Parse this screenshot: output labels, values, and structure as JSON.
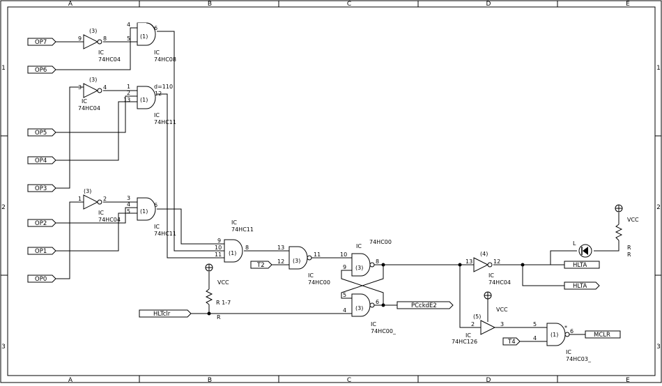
{
  "frame": {
    "columns": [
      "A",
      "B",
      "C",
      "D",
      "E"
    ],
    "rows": [
      "1",
      "2",
      "3"
    ]
  },
  "ports": {
    "op7": "OP7",
    "op6": "OP6",
    "op5": "OP5",
    "op4": "OP4",
    "op3": "OP3",
    "op2": "OP2",
    "op1": "OP1",
    "op0": "OP0",
    "hltclr": "HLTclr",
    "t2": "T2",
    "t4": "T4",
    "pcckde2": "PCckdE2",
    "hlta1": "HLTA",
    "hlta2": "HLTA",
    "mclr": "MCLR"
  },
  "gates": {
    "inv1": {
      "unit": "(3)",
      "in_pin": "9",
      "out_pin": "8",
      "ic": "IC",
      "part": "74HC04"
    },
    "and1": {
      "unit": "(1)",
      "pin_a": "4",
      "pin_b": "5",
      "out_pin": "6",
      "ic": "IC",
      "part": "74HC08"
    },
    "inv2": {
      "unit": "(3)",
      "in_pin": "3",
      "out_pin": "4",
      "ic": "IC",
      "part": "74HC04"
    },
    "and2": {
      "unit": "(1)",
      "pin_a": "1",
      "pin_b": "2",
      "pin_c": "13",
      "out_pin": "12",
      "note": "d=110",
      "ic": "IC",
      "part": "74HC11"
    },
    "inv3": {
      "unit": "(3)",
      "in_pin": "1",
      "out_pin": "2",
      "ic": "IC",
      "part": "74HC04"
    },
    "and3": {
      "unit": "(1)",
      "pin_a": "3",
      "pin_b": "4",
      "pin_c": "5",
      "out_pin": "6",
      "ic": "IC",
      "part": "74HC11"
    },
    "and4": {
      "unit": "(1)",
      "pin_a": "9",
      "pin_b": "10",
      "pin_c": "11",
      "out_pin": "8",
      "ic": "IC",
      "part": "74HC11"
    },
    "nand1": {
      "unit": "(3)",
      "pin_a": "13",
      "pin_b": "12",
      "out_pin": "11",
      "ic": "IC",
      "part": "74HC00"
    },
    "nand2": {
      "unit": "(3)",
      "pin_a": "10",
      "pin_b": "9",
      "out_pin": "8",
      "ic": "IC",
      "part": "74HC00"
    },
    "nand3": {
      "unit": "(3)",
      "pin_a": "5",
      "pin_b": "4",
      "out_pin": "6",
      "ic": "IC",
      "part": "74HC00_"
    },
    "inv4": {
      "unit": "(4)",
      "in_pin": "13",
      "out_pin": "12",
      "ic": "IC",
      "part": "74HC04"
    },
    "buf1": {
      "unit": "(5)",
      "in_pin": "2",
      "out_pin": "3",
      "ic": "IC",
      "part": "74HC126"
    },
    "nand4": {
      "unit": "(1)",
      "pin_a": "5",
      "pin_b": "4",
      "out_pin": "6",
      "star": "*",
      "ic": "IC",
      "part": "74HC03_"
    }
  },
  "resistors": {
    "r17": {
      "label": "R 1-7",
      "net": "R",
      "supply": "VCC"
    },
    "rled": {
      "label_top": "R",
      "label_bot": "R",
      "supply": "VCC"
    }
  },
  "led": {
    "label": "L"
  },
  "buffer_supply": "VCC"
}
